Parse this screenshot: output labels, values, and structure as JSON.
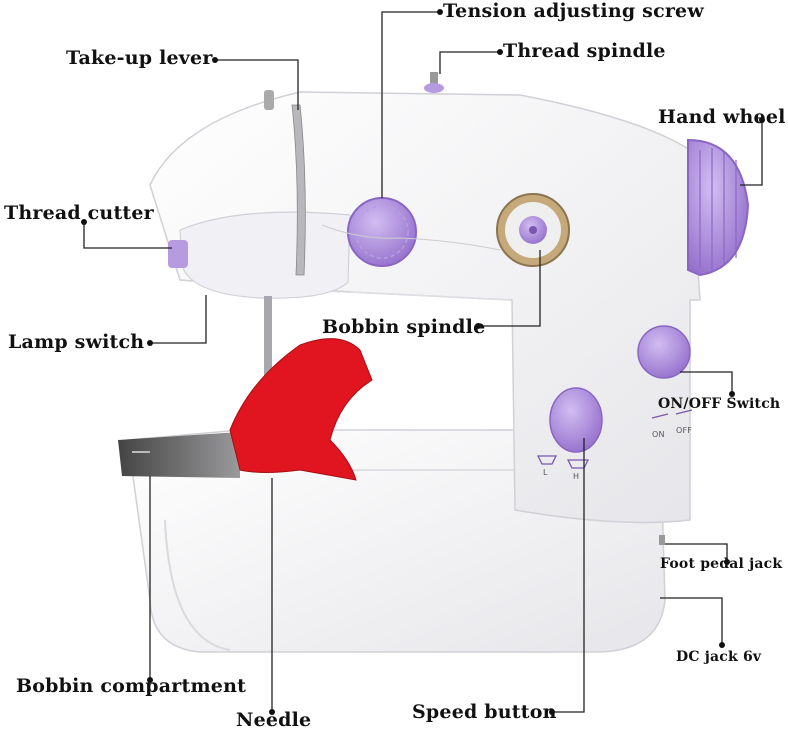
{
  "labels": {
    "tension_screw": "Tension adjusting screw",
    "thread_spindle": "Thread spindle",
    "take_up_lever": "Take-up lever",
    "hand_wheel": "Hand wheel",
    "thread_cutter": "Thread cutter",
    "bobbin_spindle": "Bobbin spindle",
    "lamp_switch": "Lamp switch",
    "on_off_switch": "ON/OFF Switch",
    "foot_pedal_jack": "Foot pedal jack",
    "dc_jack": "DC jack 6v",
    "bobbin_compartment": "Bobbin compartment",
    "needle": "Needle",
    "speed_button": "Speed button"
  },
  "markings": {
    "on": "ON",
    "off": "OFF",
    "low": "L",
    "high": "H"
  },
  "colors": {
    "body": "#f7f7f9",
    "purple": "#a98ad8",
    "fabric": "#e0151f",
    "grey_plate": "#6e6e70"
  }
}
